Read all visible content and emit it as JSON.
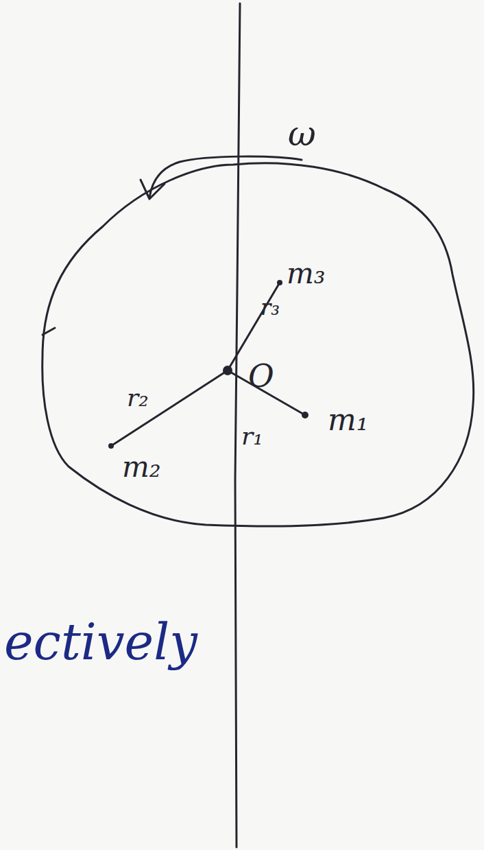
{
  "diagram": {
    "labels": [
      "ω",
      "m₃",
      "r₃",
      "O",
      "r₂",
      "r₁",
      "m₁",
      "m₂",
      "ectively"
    ]
  }
}
